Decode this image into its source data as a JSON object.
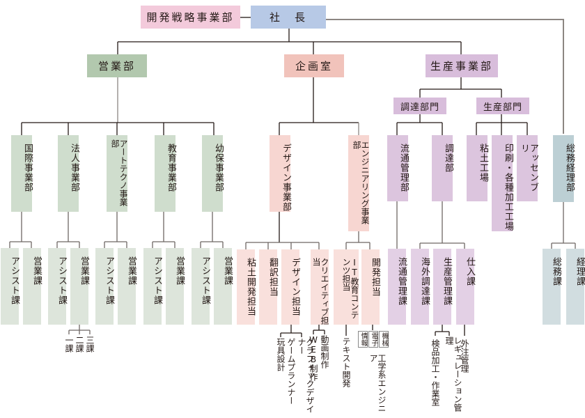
{
  "title": "組織図",
  "top": {
    "president": "社　長",
    "strategy": "開発戦略事業部"
  },
  "divisions": {
    "sales": {
      "label": "営業部",
      "units": [
        {
          "label": "国際事業部",
          "sections": [
            "アシスト課",
            "営業課"
          ]
        },
        {
          "label": "法人事業部",
          "sections": [
            "アシスト課",
            "営業課"
          ],
          "subsections": [
            "一課",
            "二課",
            "三課"
          ]
        },
        {
          "label": "アートテクノ事業部",
          "sections": [
            "アシスト課",
            "営業課"
          ]
        },
        {
          "label": "教育事業部",
          "sections": [
            "アシスト課",
            "営業課"
          ]
        },
        {
          "label": "幼保事業部",
          "sections": [
            "アシスト課",
            "営業課"
          ]
        }
      ]
    },
    "planning": {
      "label": "企画室",
      "units": [
        {
          "label": "デザイン事業部",
          "sections": [
            "粘土開発担当",
            "翻訳担当",
            "デザイン担当",
            "クリエイティブ担当"
          ]
        },
        {
          "label": "エンジニアリング事業部",
          "sections": [
            "IT教育コンテンツ担当",
            "開発担当"
          ]
        }
      ],
      "tasks": {
        "design": [
          "玩具設計",
          "ゲームプランナー",
          "グラフィックデザイナー"
        ],
        "creative": [
          "WEB制作",
          "動画制作"
        ],
        "it": [
          "テキスト開発"
        ],
        "dev_fields": [
          "情報",
          "電子",
          "機械"
        ],
        "dev": "工学系エンジニア"
      }
    },
    "production": {
      "label": "生産事業部",
      "groups": [
        {
          "label": "調達部門",
          "units": [
            "流通管理部",
            "調達部"
          ]
        },
        {
          "label": "生産部門",
          "units": [
            "粘土工場",
            "印刷・各種加工工場",
            "アッセンブリ"
          ]
        }
      ],
      "sections": {
        "distribution": [
          "流通管理課"
        ],
        "procurement": [
          "海外調達課",
          "生産管理課",
          "仕入課"
        ]
      },
      "tasks": {
        "production_mgmt": [
          "検品加工・作業室",
          "レギュレーション管理"
        ],
        "purchasing": [
          "外注管理"
        ]
      }
    },
    "general": {
      "label": "総務経理部",
      "sections": [
        "総務課",
        "経理課"
      ]
    }
  },
  "colors": {
    "president": "#b7c9e6",
    "strategy": "#f3cadb",
    "sales": "#b2c8ae",
    "planning": "#f1c3bb",
    "production": "#d8bddb",
    "general": "#bccfd4",
    "line": "#231815"
  }
}
